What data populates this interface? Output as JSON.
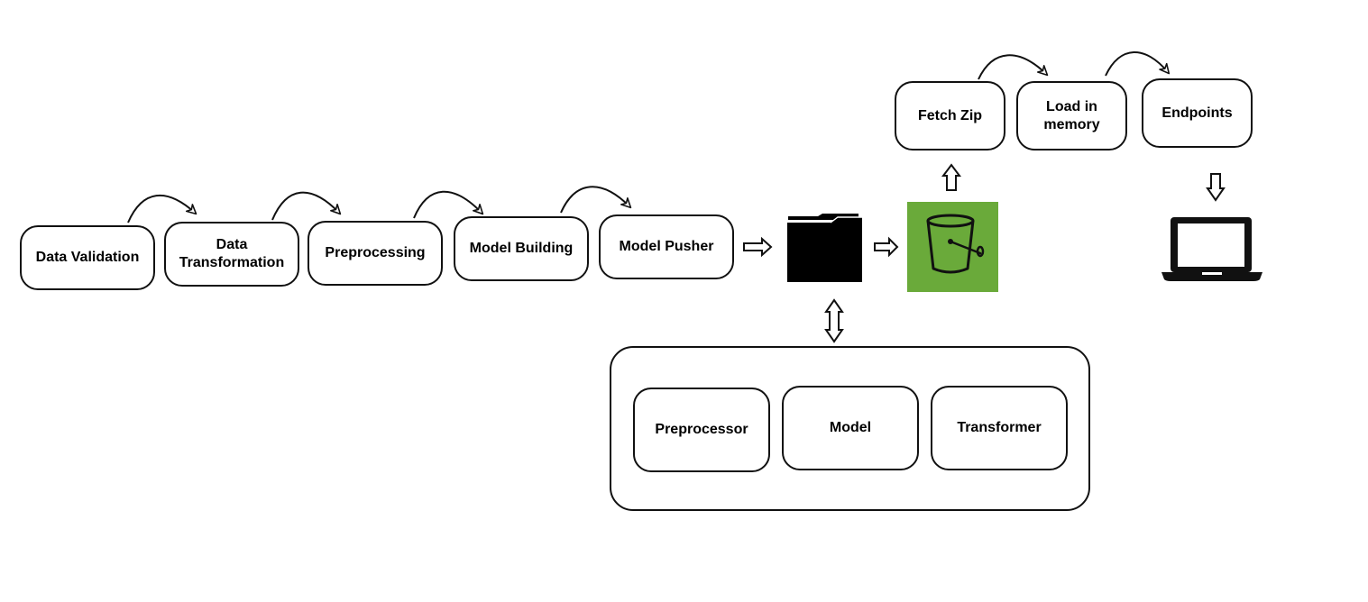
{
  "pipeline": {
    "steps": [
      {
        "label": "Data Validation"
      },
      {
        "label": "Data\nTransformation"
      },
      {
        "label": "Preprocessing"
      },
      {
        "label": "Model Building"
      },
      {
        "label": "Model Pusher"
      }
    ]
  },
  "serving": {
    "steps": [
      {
        "label": "Fetch Zip"
      },
      {
        "label": "Load in\nmemory"
      },
      {
        "label": "Endpoints"
      }
    ]
  },
  "artifacts": {
    "items": [
      {
        "label": "Preprocessor"
      },
      {
        "label": "Model"
      },
      {
        "label": "Transformer"
      }
    ]
  },
  "icons": {
    "folder": "folder-icon",
    "bucket": "s3-bucket-icon",
    "laptop": "laptop-icon",
    "bucket_bg_color": "#6aaa3a"
  }
}
